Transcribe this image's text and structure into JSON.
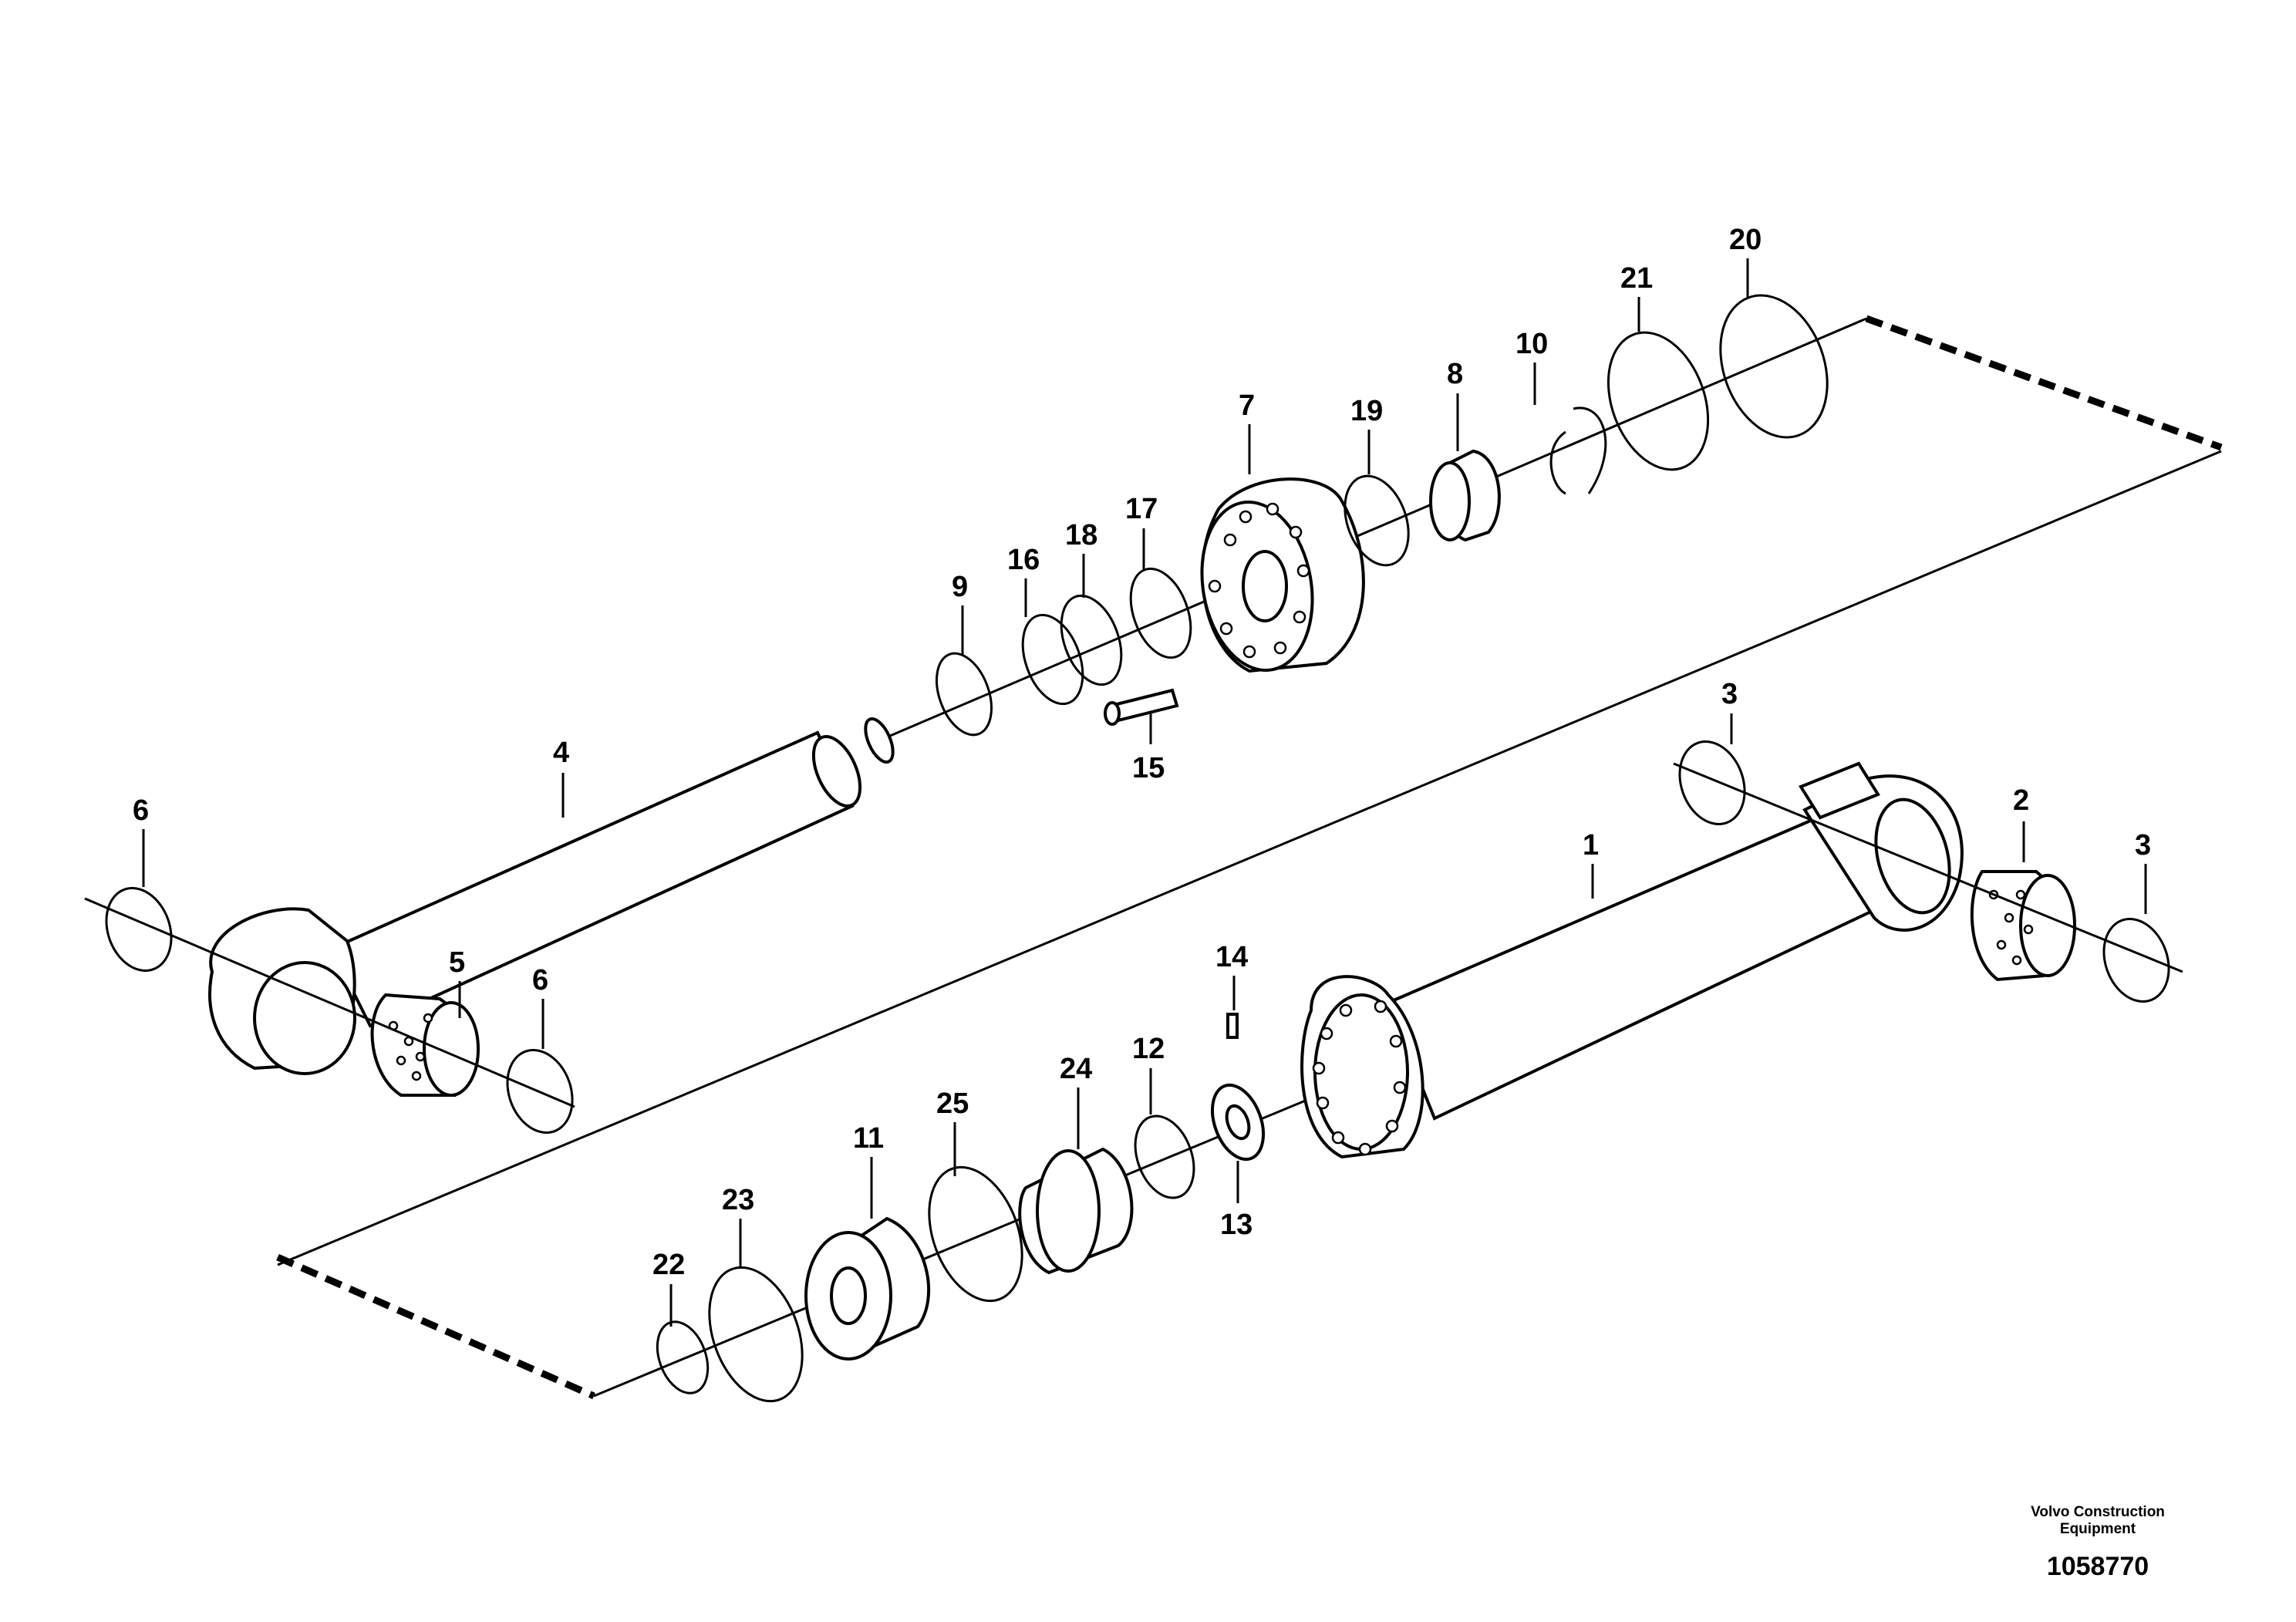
{
  "callouts": {
    "c1": "1",
    "c2": "2",
    "c3a": "3",
    "c3b": "3",
    "c4": "4",
    "c5": "5",
    "c6a": "6",
    "c6b": "6",
    "c7": "7",
    "c8": "8",
    "c9": "9",
    "c10": "10",
    "c11": "11",
    "c12": "12",
    "c13": "13",
    "c14": "14",
    "c15": "15",
    "c16": "16",
    "c17": "17",
    "c18": "18",
    "c19": "19",
    "c20": "20",
    "c21": "21",
    "c22": "22",
    "c23": "23",
    "c24": "24",
    "c25": "25"
  },
  "footer": {
    "brand_line1": "Volvo Construction",
    "brand_line2": "Equipment",
    "doc_number": "1058770"
  }
}
